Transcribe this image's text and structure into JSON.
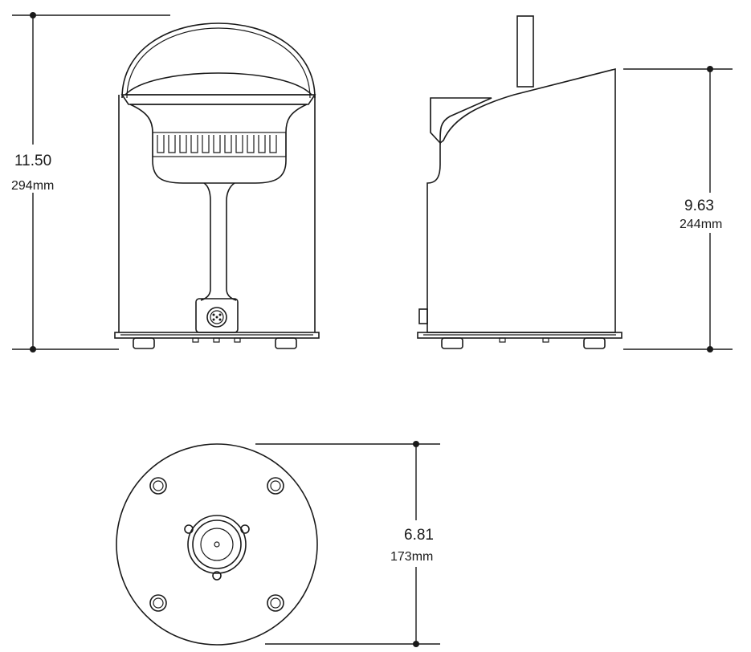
{
  "dimensions": {
    "front_height": {
      "inches": "11.50",
      "mm": "294mm"
    },
    "side_height": {
      "inches": "9.63",
      "mm": "244mm"
    },
    "base_diameter": {
      "inches": "6.81",
      "mm": "173mm"
    }
  }
}
